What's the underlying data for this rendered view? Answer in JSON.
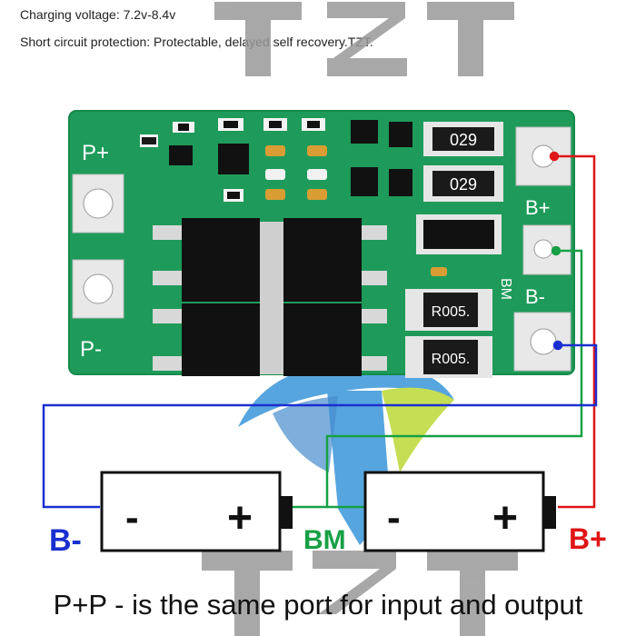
{
  "specs": {
    "charging_voltage": "Charging voltage: 7.2v-8.4v",
    "short_circuit": "Short circuit protection: Protectable, delayed self recovery.TZT."
  },
  "watermark": {
    "brand": "TZT"
  },
  "board": {
    "pad_p_plus": "P+",
    "pad_p_minus": "P-",
    "pad_b_plus": "B+",
    "pad_bm": "BM",
    "pad_b_minus": "B-",
    "resistor_top_1": "029",
    "resistor_top_2": "029",
    "resistor_sense_1": "R005.",
    "resistor_sense_2": "R005."
  },
  "batteries": {
    "cell1_minus": "-",
    "cell1_plus": "+",
    "cell2_minus": "-",
    "cell2_plus": "+"
  },
  "wire_labels": {
    "b_minus": "B-",
    "bm": "BM",
    "b_plus": "B+"
  },
  "colors": {
    "board": "#1e9b5a",
    "wire_b_minus": "#1a2fd0",
    "wire_bm": "#17a045",
    "wire_b_plus": "#e01515"
  },
  "footer": "P+P - is the same port for input and output"
}
